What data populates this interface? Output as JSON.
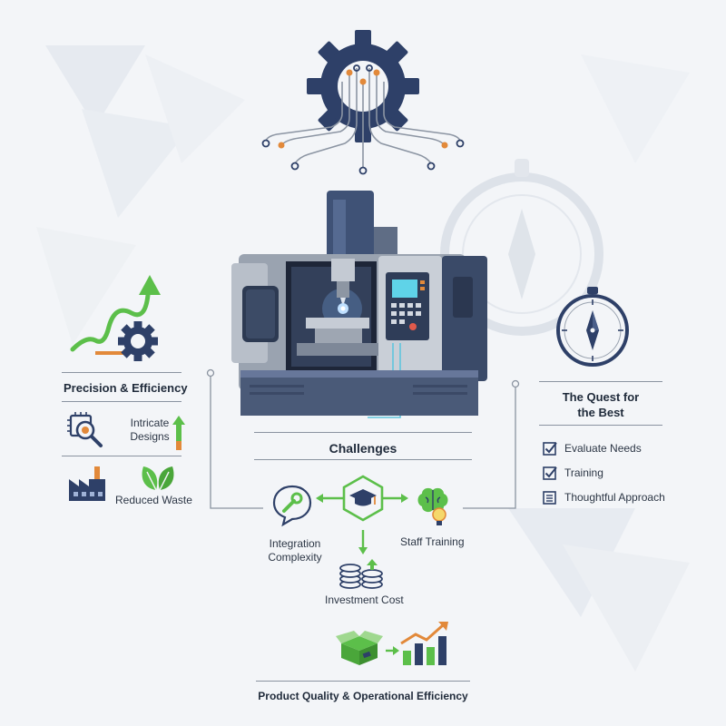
{
  "left_panel": {
    "title": "Precision & Efficiency",
    "items": [
      {
        "label": "Intricate\nDesigns",
        "icon": "circuit-magnifier-icon"
      },
      {
        "label": "Reduced Waste",
        "icon": "leaves-icon"
      }
    ],
    "icons": [
      "trend-arrow-icon",
      "gear-icon",
      "arrow-up-icon",
      "factory-icon"
    ]
  },
  "center": {
    "challenges_title": "Challenges",
    "hub_icon": "graduation-cap-hexagon-icon",
    "challenges": [
      {
        "label": "Integration\nComplexity",
        "icon": "wrench-speech-bubble-icon"
      },
      {
        "label": "Staff Training",
        "icon": "brain-lightbulb-icon"
      },
      {
        "label": "Investment Cost",
        "icon": "coin-stack-icon"
      }
    ],
    "outcome_title": "Product Quality & Operational Efficiency",
    "outcome_icons": [
      "open-box-icon",
      "rising-bar-chart-icon"
    ],
    "top_icon": "circuit-gear-icon",
    "machine_icon": "cnc-machine-icon"
  },
  "right_panel": {
    "title": "The Quest for\nthe Best",
    "icon": "compass-icon",
    "items": [
      {
        "label": "Evaluate Needs",
        "icon": "checkbox-checked-icon"
      },
      {
        "label": "Training",
        "icon": "checkbox-checked-icon"
      },
      {
        "label": "Thoughtful Approach",
        "icon": "list-icon"
      }
    ]
  },
  "colors": {
    "navy": "#2e4068",
    "accent_green": "#5cbf4a",
    "accent_orange": "#e2893a",
    "text": "#1f2a3a"
  }
}
